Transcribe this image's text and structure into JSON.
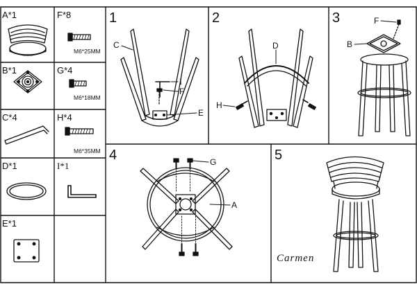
{
  "parts": [
    {
      "id": "A",
      "label": "A*1",
      "spec": "",
      "icon": "seat-icon"
    },
    {
      "id": "F",
      "label": "F*8",
      "spec": "M6*25MM",
      "icon": "bolt-icon"
    },
    {
      "id": "B",
      "label": "B*1",
      "spec": "",
      "icon": "swivel-plate-icon"
    },
    {
      "id": "G",
      "label": "G*4",
      "spec": "M6*18MM",
      "icon": "bolt-icon"
    },
    {
      "id": "C",
      "label": "C*4",
      "spec": "",
      "icon": "leg-icon"
    },
    {
      "id": "H",
      "label": "H*4",
      "spec": "M6*35MM",
      "icon": "bolt-icon"
    },
    {
      "id": "D",
      "label": "D*1",
      "spec": "",
      "icon": "foot-ring-icon"
    },
    {
      "id": "I",
      "label": "I*1",
      "spec": "",
      "icon": "allen-key-icon"
    },
    {
      "id": "E",
      "label": "E*1",
      "spec": "",
      "icon": "mount-plate-icon"
    }
  ],
  "steps": [
    {
      "number": "1",
      "callouts": [
        "C",
        "I",
        "F",
        "E"
      ]
    },
    {
      "number": "2",
      "callouts": [
        "D",
        "H"
      ]
    },
    {
      "number": "3",
      "callouts": [
        "F",
        "B"
      ]
    },
    {
      "number": "4",
      "callouts": [
        "G",
        "A"
      ]
    },
    {
      "number": "5",
      "callouts": []
    }
  ],
  "brand": "Carmen"
}
